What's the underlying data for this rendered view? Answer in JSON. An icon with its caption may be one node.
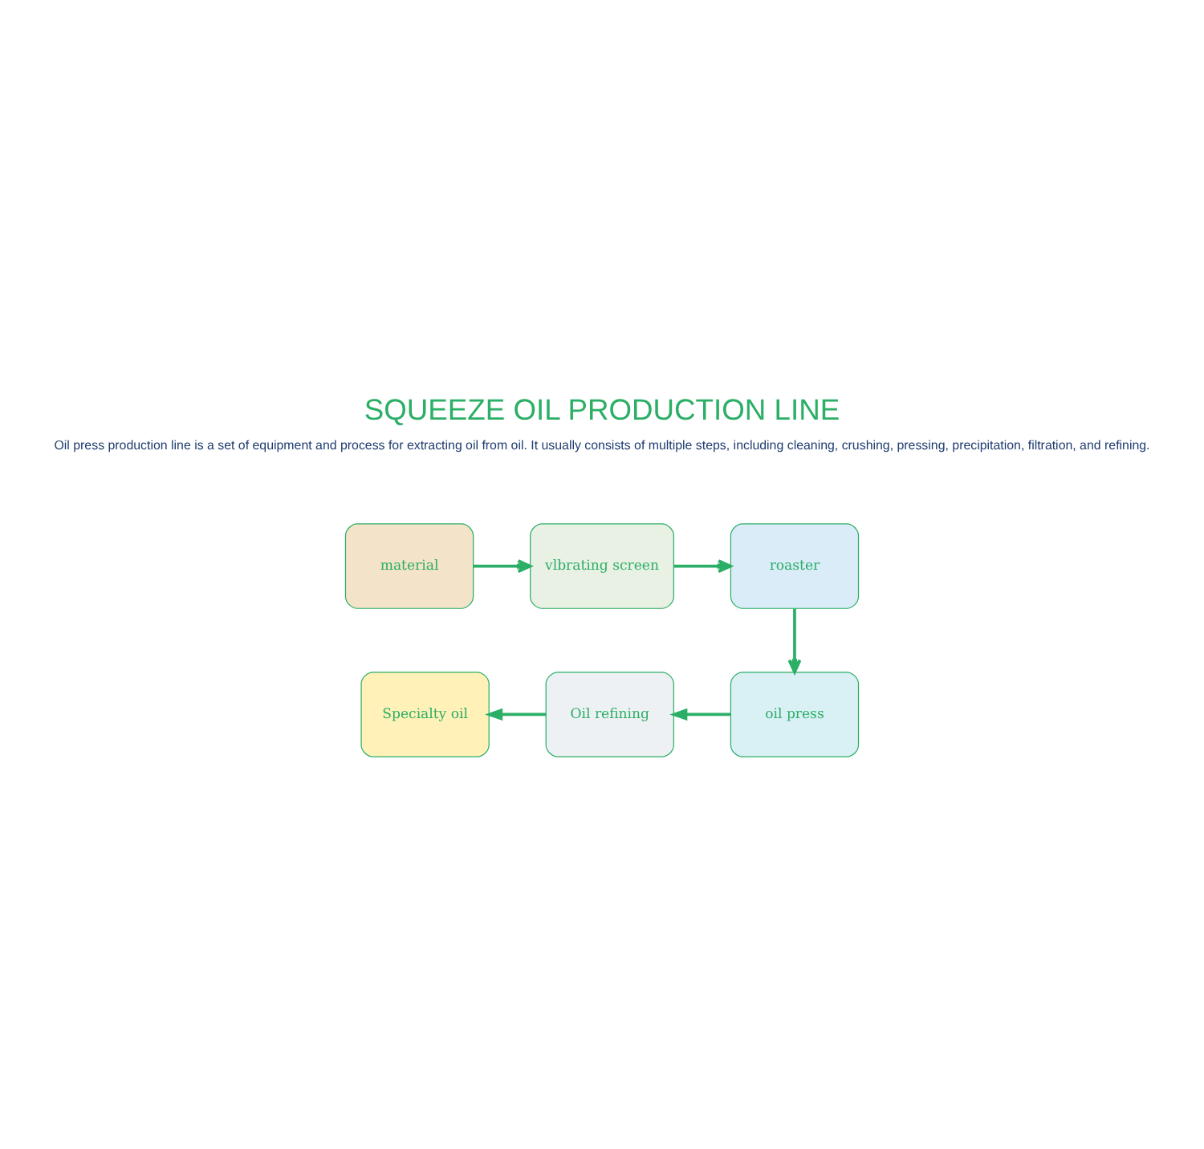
{
  "diagram": {
    "title": "SQUEEZE OIL PRODUCTION LINE",
    "nodes": [
      {
        "text": [
          "material"
        ]
      },
      {
        "text": [
          "vlbrating screen"
        ]
      },
      {
        "text": [
          "roaster"
        ]
      },
      {
        "text": [
          "oil press"
        ]
      },
      {
        "text": [
          "Oil refining"
        ]
      },
      {
        "text": [
          "Specialty oil"
        ]
      }
    ],
    "edges": [
      {
        "from": 0,
        "to": 1,
        "arrow": "to"
      },
      {
        "from": 1,
        "to": 2,
        "arrow": "to"
      },
      {
        "from": 2,
        "to": 3,
        "arrow": "to"
      },
      {
        "from": 3,
        "to": 4,
        "arrow": "to"
      },
      {
        "from": 4,
        "to": 5,
        "arrow": "to"
      }
    ],
    "labels": [
      "Oil press production line is a set of equipment and process for extracting oil from oil. It usually consists of multiple steps, including cleaning, crushing, pressing, precipitation, filtration, and refining."
    ]
  }
}
